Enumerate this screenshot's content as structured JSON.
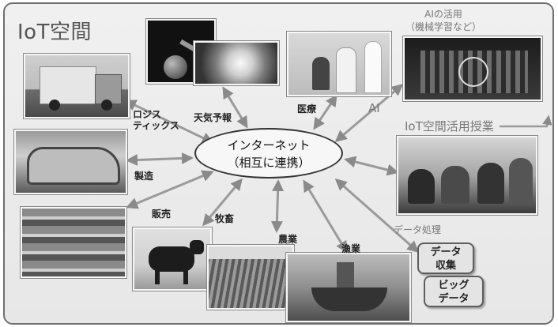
{
  "title": "IoT空間",
  "hub": {
    "line1": "インターネット",
    "line2": "（相互に連携）"
  },
  "labels": {
    "logistics_line1": "ロジス",
    "logistics_line2": "ティックス",
    "weather": "天気予報",
    "medical": "医療",
    "ai": "AI",
    "ai_use_line1": "AIの活用",
    "ai_use_line2": "（機械学習など）",
    "iot_class": "IoT空間活用授業",
    "manufacturing": "製造",
    "sales": "販売",
    "livestock": "牧畜",
    "agriculture": "農業",
    "fishery": "漁業",
    "data_processing": "データ処理"
  },
  "boxes": {
    "data_collection_line1": "データ",
    "data_collection_line2": "収集",
    "big_data_line1": "ビッグ",
    "big_data_line2": "データ"
  },
  "photos": [
    "truck-photo",
    "satellite-photo",
    "typhoon-photo",
    "medical-photo",
    "server-photo",
    "car-factory-photo",
    "classroom-photo",
    "supermarket-photo",
    "cow-photo",
    "field-photo",
    "fishing-boat-photo"
  ],
  "colors": {
    "arrow": "#9a9a9a",
    "frame": "#6f6f6f",
    "title": "#555555"
  }
}
